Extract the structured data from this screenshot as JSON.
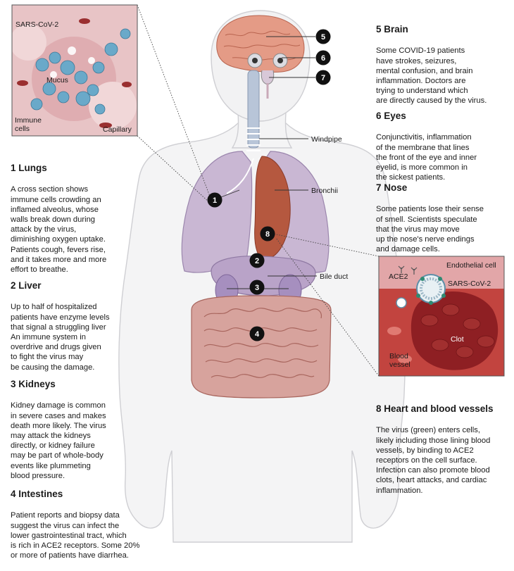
{
  "sections": [
    {
      "num": "1",
      "title": "1 Lungs",
      "body": "A cross section shows\nimmune cells crowding an\ninflamed alveolus, whose\nwalls break down during\nattack by the virus,\ndiminishing oxygen uptake.\nPatients cough, fevers rise,\nand it takes more and more\neffort to breathe."
    },
    {
      "num": "2",
      "title": "2 Liver",
      "body": "Up to half of hospitalized\npatients have enzyme levels\nthat signal a struggling liver\nAn immune system in\noverdrive and drugs given\nto fight the virus may\nbe causing the damage."
    },
    {
      "num": "3",
      "title": "3 Kidneys",
      "body": "Kidney damage is common\nin severe cases and makes\ndeath more likely. The virus\nmay attack the kidneys\ndirectly, or kidney failure\nmay be part of whole-body\nevents like plummeting\nblood pressure."
    },
    {
      "num": "4",
      "title": "4 Intestines",
      "body": "Patient reports and biopsy data\nsuggest the virus can infect the\nlower gastrointestinal tract, which\nis rich in ACE2 receptors. Some 20%\nor more of patients have diarrhea."
    },
    {
      "num": "5",
      "title": "5 Brain",
      "body": "Some COVID-19 patients\nhave strokes, seizures,\nmental confusion, and brain\ninflammation. Doctors are\ntrying to understand which\nare directly caused by the virus."
    },
    {
      "num": "6",
      "title": "6 Eyes",
      "body": "Conjunctivitis, inflammation\nof the membrane that lines\nthe front of the eye and inner\neyelid, is more common in\nthe sickest patients."
    },
    {
      "num": "7",
      "title": "7 Nose",
      "body": "Some patients lose their sense\nof smell. Scientists speculate\nthat the virus may move\nup the nose's nerve endings\nand damage cells."
    },
    {
      "num": "8",
      "title": "8 Heart and blood vessels",
      "body": "The virus (green) enters cells,\nlikely including those lining blood\nvessels, by binding to ACE2\nreceptors on the cell surface.\nInfection can also promote blood\nclots, heart attacks, and cardiac\ninflammation."
    }
  ],
  "body_labels": {
    "windpipe": "Windpipe",
    "bronchii": "Bronchii",
    "bile_duct": "Bile duct"
  },
  "lung_inset": {
    "virus": "SARS-CoV-2",
    "mucus": "Mucus",
    "immune_cells": "Immune\ncells",
    "capillary": "Capillary"
  },
  "vessel_inset": {
    "ace2": "ACE2",
    "endothelial": "Endothelial cell",
    "virus": "SARS-CoV-2",
    "clot": "Clot",
    "vessel": "Blood\nvessel"
  },
  "markers": [
    "1",
    "2",
    "3",
    "4",
    "5",
    "6",
    "7",
    "8"
  ],
  "colors": {
    "marker": "#111111",
    "organ_purple": "#b9a3c8",
    "heart": "#b5583f",
    "tissue_pink": "#e7b7b9",
    "virus_blue": "#6aa9c9",
    "clot_red": "#8e1f23",
    "brain": "#e49b86"
  }
}
